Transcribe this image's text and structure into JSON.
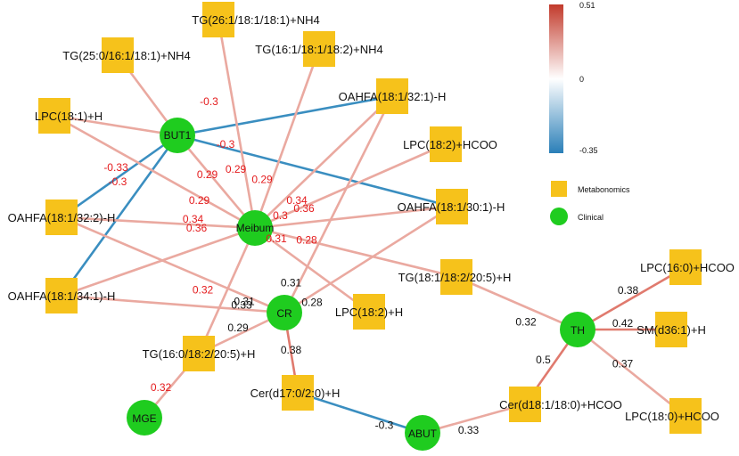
{
  "colors": {
    "metabolite": "#f6c21b",
    "clinical": "#1fcc1f",
    "pos": "#e07a6e",
    "neg": "#3a8ec0",
    "pos_light": "#eaa9a0"
  },
  "legend": {
    "scale_max": "0.51",
    "scale_mid": "0",
    "scale_min": "-0.35",
    "metabolite_label": "Metabonomics",
    "clinical_label": "Clinical"
  },
  "nodes": [
    {
      "id": "BUT1",
      "label": "BUT1",
      "kind": "clinical"
    },
    {
      "id": "Meibum",
      "label": "Meibum",
      "kind": "clinical"
    },
    {
      "id": "CR",
      "label": "CR",
      "kind": "clinical"
    },
    {
      "id": "MGE",
      "label": "MGE",
      "kind": "clinical"
    },
    {
      "id": "ABUT",
      "label": "ABUT",
      "kind": "clinical"
    },
    {
      "id": "TH",
      "label": "TH",
      "kind": "clinical"
    },
    {
      "id": "TG26",
      "label": "TG(26:1/18:1/18:1)+NH4",
      "kind": "metabolite"
    },
    {
      "id": "TG25",
      "label": "TG(25:0/16:1/18:1)+NH4",
      "kind": "metabolite"
    },
    {
      "id": "TG16a",
      "label": "TG(16:1/18:1/18:2)+NH4",
      "kind": "metabolite"
    },
    {
      "id": "OAHFA32a",
      "label": "OAHFA(18:1/32:1)-H",
      "kind": "metabolite"
    },
    {
      "id": "LPC181",
      "label": "LPC(18:1)+H",
      "kind": "metabolite"
    },
    {
      "id": "LPC182F",
      "label": "LPC(18:2)+HCOO",
      "kind": "metabolite"
    },
    {
      "id": "OAHFA32b",
      "label": "OAHFA(18:1/32:2)-H",
      "kind": "metabolite"
    },
    {
      "id": "OAHFA30",
      "label": "OAHFA(18:1/30:1)-H",
      "kind": "metabolite"
    },
    {
      "id": "LPC160",
      "label": "LPC(16:0)+HCOO",
      "kind": "metabolite"
    },
    {
      "id": "OAHFA34",
      "label": "OAHFA(18:1/34:1)-H",
      "kind": "metabolite"
    },
    {
      "id": "LPC182H",
      "label": "LPC(18:2)+H",
      "kind": "metabolite"
    },
    {
      "id": "TG18",
      "label": "TG(18:1/18:2/20:5)+H",
      "kind": "metabolite"
    },
    {
      "id": "SM",
      "label": "SM(d36:1)+H",
      "kind": "metabolite"
    },
    {
      "id": "TG16b",
      "label": "TG(16:0/18:2/20:5)+H",
      "kind": "metabolite"
    },
    {
      "id": "Cer17",
      "label": "Cer(d17:0/2:0)+H",
      "kind": "metabolite"
    },
    {
      "id": "Cer18",
      "label": "Cer(d18:1/18:0)+HCOO",
      "kind": "metabolite"
    },
    {
      "id": "LPC180",
      "label": "LPC(18:0)+HCOO",
      "kind": "metabolite"
    }
  ],
  "edges": [
    {
      "from": "BUT1",
      "to": "OAHFA32a",
      "w": "-0.3",
      "sign": "neg",
      "wcolor": "red"
    },
    {
      "from": "BUT1",
      "to": "OAHFA30",
      "w": "-0.3",
      "sign": "neg",
      "wcolor": "red"
    },
    {
      "from": "BUT1",
      "to": "OAHFA32b",
      "w": "-0.33",
      "sign": "neg",
      "wcolor": "red"
    },
    {
      "from": "BUT1",
      "to": "OAHFA34",
      "w": "-0.3",
      "sign": "neg",
      "wcolor": "red"
    },
    {
      "from": "BUT1",
      "to": "TG25",
      "w": "",
      "sign": "pos",
      "wcolor": "red"
    },
    {
      "from": "BUT1",
      "to": "LPC181",
      "w": "",
      "sign": "pos",
      "wcolor": "red"
    },
    {
      "from": "BUT1",
      "to": "Meibum",
      "w": "0.29",
      "sign": "pos",
      "wcolor": "red"
    },
    {
      "from": "Meibum",
      "to": "TG26",
      "w": "0.29",
      "sign": "pos",
      "wcolor": "red"
    },
    {
      "from": "Meibum",
      "to": "TG16a",
      "w": "0.29",
      "sign": "pos",
      "wcolor": "red"
    },
    {
      "from": "Meibum",
      "to": "OAHFA32a",
      "w": "0.34",
      "sign": "pos",
      "wcolor": "red"
    },
    {
      "from": "Meibum",
      "to": "LPC182F",
      "w": "0.36",
      "sign": "pos",
      "wcolor": "red"
    },
    {
      "from": "Meibum",
      "to": "OAHFA30",
      "w": "0.3",
      "sign": "pos",
      "wcolor": "red"
    },
    {
      "from": "Meibum",
      "to": "LPC181",
      "w": "0.29",
      "sign": "pos",
      "wcolor": "red"
    },
    {
      "from": "Meibum",
      "to": "OAHFA32b",
      "w": "0.34",
      "sign": "pos",
      "wcolor": "red"
    },
    {
      "from": "Meibum",
      "to": "OAHFA34",
      "w": "0.36",
      "sign": "pos",
      "wcolor": "red"
    },
    {
      "from": "Meibum",
      "to": "TG16b",
      "w": "0.32",
      "sign": "pos",
      "wcolor": "red"
    },
    {
      "from": "Meibum",
      "to": "LPC182H",
      "w": "0.31",
      "sign": "pos",
      "wcolor": "red"
    },
    {
      "from": "Meibum",
      "to": "TG18",
      "w": "0.28",
      "sign": "pos",
      "wcolor": "red"
    },
    {
      "from": "CR",
      "to": "OAHFA32b",
      "w": "0.31",
      "sign": "pos",
      "wcolor": "black"
    },
    {
      "from": "CR",
      "to": "OAHFA34",
      "w": "0.33",
      "sign": "pos",
      "wcolor": "black"
    },
    {
      "from": "CR",
      "to": "OAHFA32a",
      "w": "0.31",
      "sign": "pos",
      "wcolor": "black"
    },
    {
      "from": "CR",
      "to": "OAHFA30",
      "w": "0.28",
      "sign": "pos",
      "wcolor": "black"
    },
    {
      "from": "CR",
      "to": "TG16b",
      "w": "0.29",
      "sign": "pos",
      "wcolor": "black"
    },
    {
      "from": "CR",
      "to": "Cer17",
      "w": "0.38",
      "sign": "pos",
      "wcolor": "black"
    },
    {
      "from": "MGE",
      "to": "TG16b",
      "w": "0.32",
      "sign": "pos",
      "wcolor": "red"
    },
    {
      "from": "ABUT",
      "to": "Cer17",
      "w": "-0.3",
      "sign": "neg",
      "wcolor": "black"
    },
    {
      "from": "ABUT",
      "to": "Cer18",
      "w": "0.33",
      "sign": "pos",
      "wcolor": "black"
    },
    {
      "from": "TH",
      "to": "TG18",
      "w": "0.32",
      "sign": "pos",
      "wcolor": "black"
    },
    {
      "from": "TH",
      "to": "LPC160",
      "w": "0.38",
      "sign": "pos",
      "wcolor": "black"
    },
    {
      "from": "TH",
      "to": "SM",
      "w": "0.42",
      "sign": "pos",
      "wcolor": "black"
    },
    {
      "from": "TH",
      "to": "LPC180",
      "w": "0.37",
      "sign": "pos",
      "wcolor": "black"
    },
    {
      "from": "TH",
      "to": "Cer18",
      "w": "0.5",
      "sign": "pos",
      "wcolor": "black"
    }
  ]
}
